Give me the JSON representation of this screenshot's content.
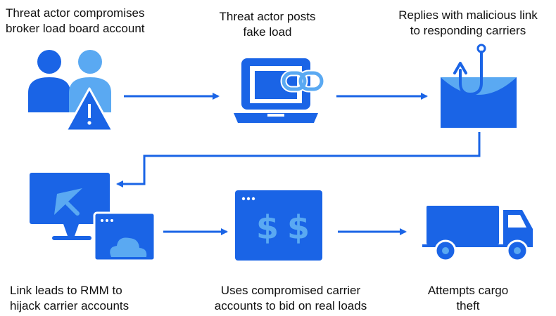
{
  "colors": {
    "primary": "#1a64e6",
    "light": "#5aa9f2",
    "white": "#ffffff",
    "text": "#111111"
  },
  "steps": [
    {
      "label": "Threat actor compromises\nbroker load board account",
      "icon": "compromised-users-warning-icon"
    },
    {
      "label": "Threat actor posts\nfake load",
      "icon": "laptop-link-icon"
    },
    {
      "label": "Replies with malicious link\nto responding carriers",
      "icon": "phishing-hook-email-icon"
    },
    {
      "label": "Link leads to RMM to\nhijack carrier accounts",
      "icon": "remote-desktop-cloud-icon"
    },
    {
      "label": "Uses compromised carrier\naccounts to bid on real loads",
      "icon": "browser-dollar-icon"
    },
    {
      "label": "Attempts cargo\ntheft",
      "icon": "truck-icon"
    }
  ]
}
